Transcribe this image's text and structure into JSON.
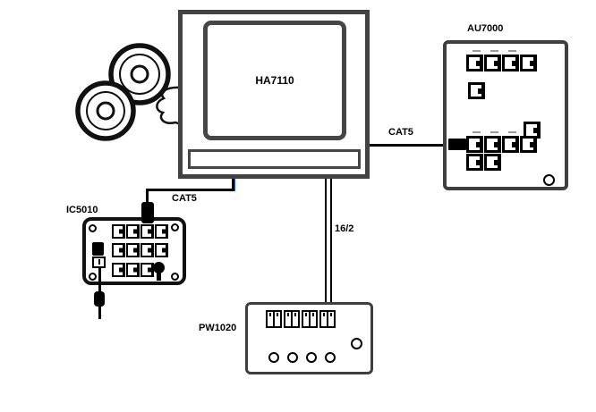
{
  "devices": {
    "monitor": {
      "label": "HA7110"
    },
    "audio_panel": {
      "label": "AU7000",
      "jacks": {
        "top_row": 4,
        "single_left": 1,
        "single_right": 1,
        "input_row": 4,
        "bottom_pair": 2
      },
      "dash_marks": 3
    },
    "intercom_panel": {
      "label": "IC5010",
      "jacks": {
        "row1": 4,
        "row2": 4,
        "row3": 3
      },
      "corner_screws": 4
    },
    "power_panel": {
      "label": "PW1020",
      "terminal_cells": 8,
      "knob_count": 4
    }
  },
  "cables": {
    "monitor_to_audio_panel": "CAT5",
    "monitor_to_intercom_panel": "CAT5",
    "monitor_to_power_panel": "16/2"
  },
  "colors": {
    "wire": "#000000",
    "panel_border": "#3f3f3f",
    "red_wire_tip": "#cc1111",
    "blue_wire_edge": "#3355ff"
  }
}
